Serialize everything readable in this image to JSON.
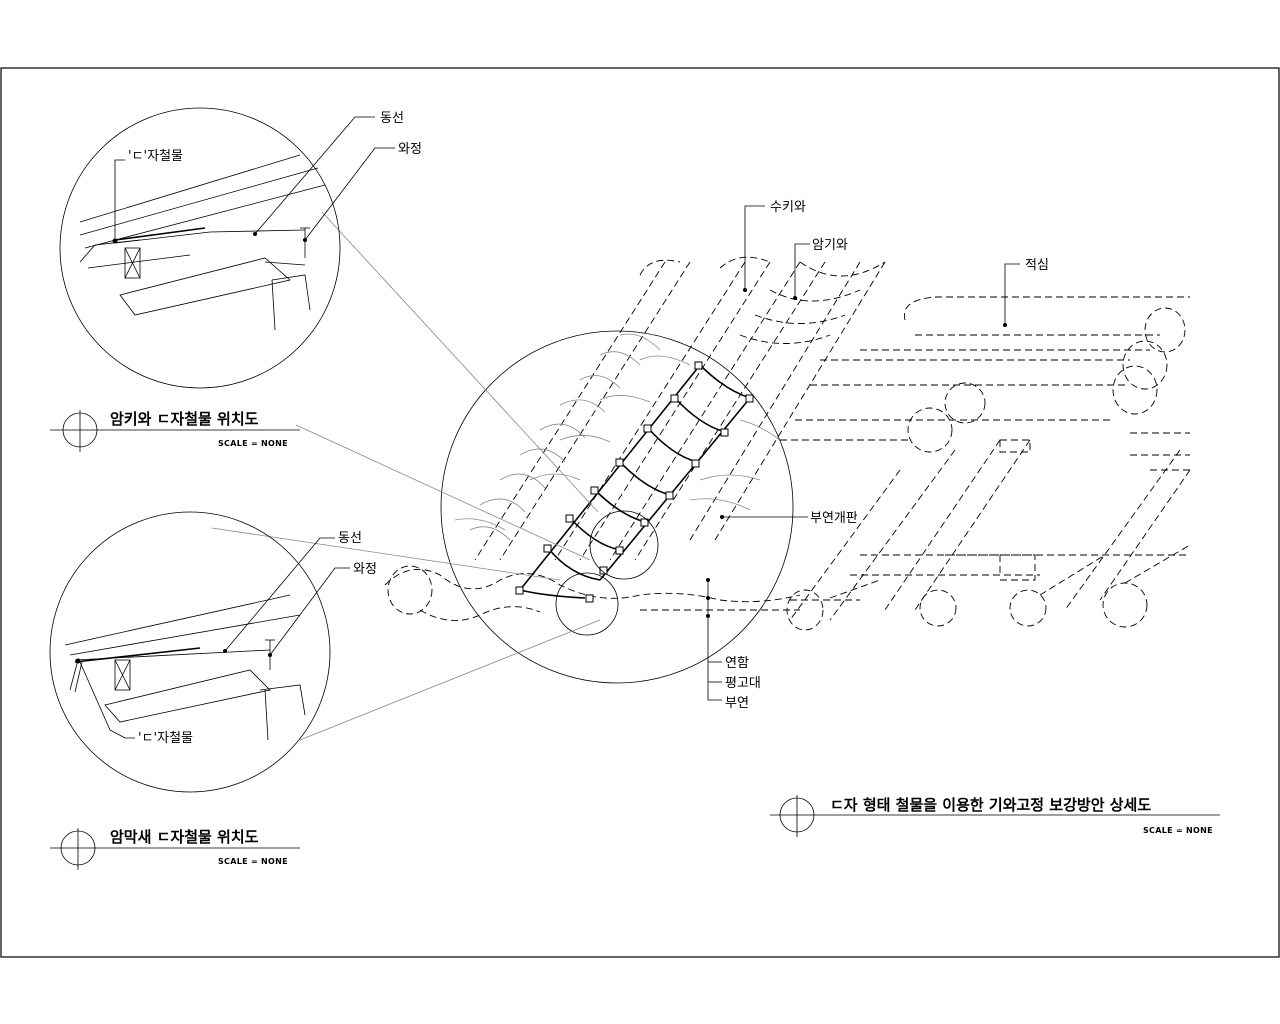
{
  "detail_top": {
    "title": "암키와 ㄷ자철물 위치도",
    "scale": "SCALE = NONE",
    "labels": {
      "wire": "동선",
      "nail": "와정",
      "bracket": "'ㄷ'자철물"
    }
  },
  "detail_bottom": {
    "title": "암막새 ㄷ자철물 위치도",
    "scale": "SCALE = NONE",
    "labels": {
      "wire": "동선",
      "nail": "와정",
      "bracket": "'ㄷ'자철물"
    }
  },
  "main": {
    "title": "ㄷ자 형태 철물을 이용한 기와고정 보강방안 상세도",
    "scale": "SCALE = NONE",
    "labels": {
      "sukiwa": "수키와",
      "amkiwa": "암기와",
      "jeoksim": "적심",
      "sheathing": "부연개판",
      "yeonham": "연함",
      "pyeonggodae": "평고대",
      "rafter": "부연"
    }
  }
}
